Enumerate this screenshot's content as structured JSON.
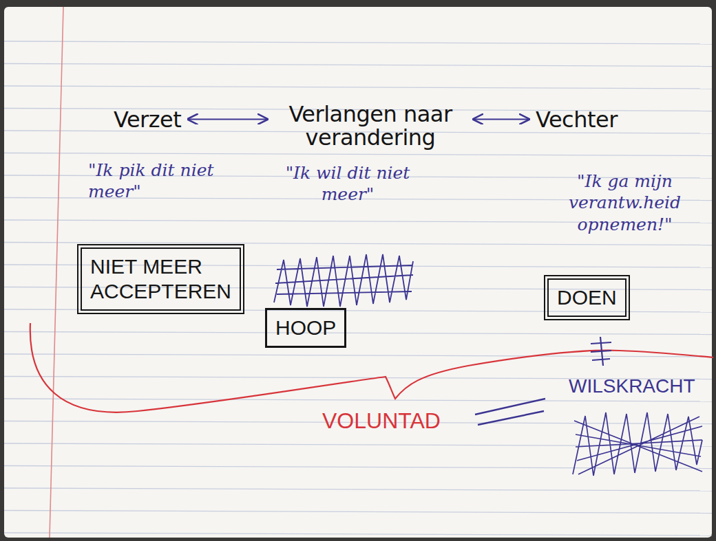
{
  "diagram": {
    "nodes": [
      {
        "text": [
          "Verzet"
        ]
      },
      {
        "text": [
          "Verlangen naar verandering"
        ]
      },
      {
        "text": [
          "Vechter"
        ]
      },
      {
        "text": [
          "NIET MEER ACCEPTEREN"
        ]
      },
      {
        "text": [
          "HOOP"
        ]
      },
      {
        "text": [
          "DOEN"
        ]
      }
    ],
    "edges": [
      {
        "from": 0,
        "to": 1,
        "arrow": "both"
      },
      {
        "from": 1,
        "to": 2,
        "arrow": "both"
      }
    ],
    "labels": [
      "\"Ik pik dit niet meer\"",
      "\"Ik wil dit niet meer\"",
      "\"Ik ga mijn verantw.heid opnemen!\"",
      "WILSKRACHT",
      "VOLUNTAD"
    ]
  }
}
